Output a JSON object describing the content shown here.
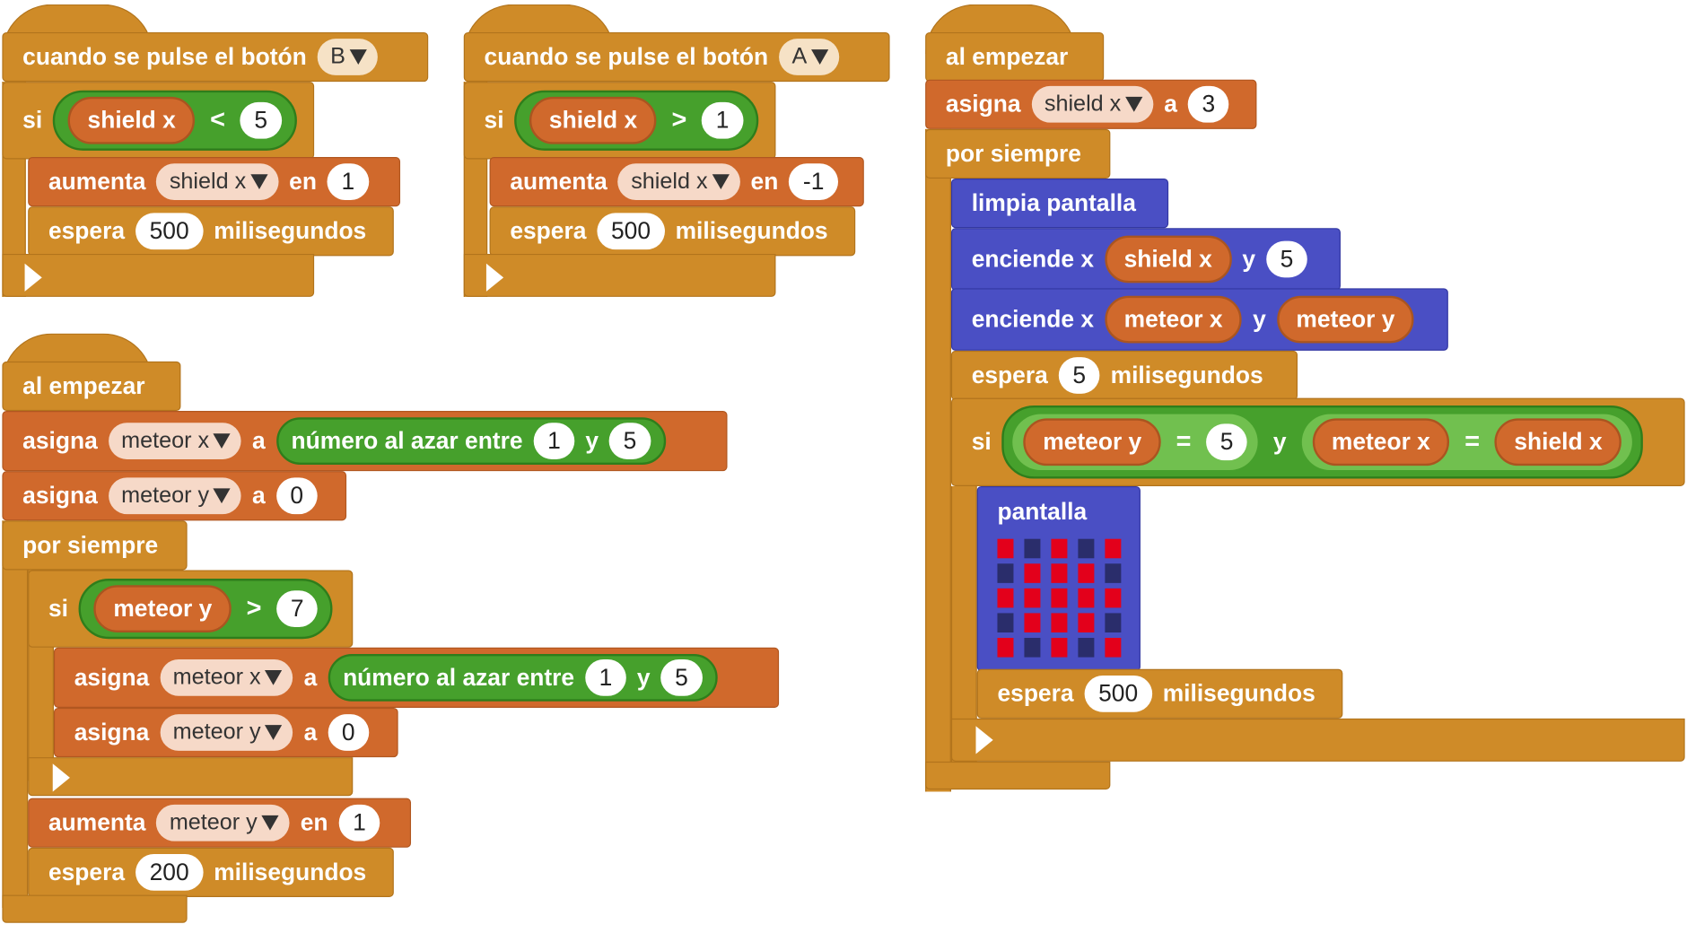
{
  "workspace": {
    "stack1": {
      "hat": "cuando se pulse el botón",
      "button": "B",
      "if_label": "si",
      "cond_var": "shield x",
      "cond_op": "<",
      "cond_val": "5",
      "change_label": "aumenta",
      "change_var": "shield x",
      "change_by": "en",
      "change_val": "1",
      "wait_label": "espera",
      "wait_val": "500",
      "wait_unit": "milisegundos"
    },
    "stack2": {
      "hat": "cuando se pulse el botón",
      "button": "A",
      "if_label": "si",
      "cond_var": "shield x",
      "cond_op": ">",
      "cond_val": "1",
      "change_label": "aumenta",
      "change_var": "shield x",
      "change_by": "en",
      "change_val": "-1",
      "wait_label": "espera",
      "wait_val": "500",
      "wait_unit": "milisegundos"
    },
    "stack3": {
      "hat": "al empezar",
      "set1_label": "asigna",
      "set1_var": "meteor x",
      "set1_to": "a",
      "rand_label": "número al azar entre",
      "rand_min": "1",
      "rand_and": "y",
      "rand_max": "5",
      "set2_label": "asigna",
      "set2_var": "meteor y",
      "set2_to": "a",
      "set2_val": "0",
      "forever": "por siempre",
      "if_label": "si",
      "cond_var": "meteor y",
      "cond_op": ">",
      "cond_val": "7",
      "in_set1_label": "asigna",
      "in_set1_var": "meteor x",
      "in_set1_to": "a",
      "in_rand_label": "número al azar entre",
      "in_rand_min": "1",
      "in_rand_and": "y",
      "in_rand_max": "5",
      "in_set2_label": "asigna",
      "in_set2_var": "meteor y",
      "in_set2_to": "a",
      "in_set2_val": "0",
      "change_label": "aumenta",
      "change_var": "meteor y",
      "change_by": "en",
      "change_val": "1",
      "wait_label": "espera",
      "wait_val": "200",
      "wait_unit": "milisegundos"
    },
    "stack4": {
      "hat": "al empezar",
      "set_label": "asigna",
      "set_var": "shield x",
      "set_to": "a",
      "set_val": "3",
      "forever": "por siempre",
      "clear": "limpia pantalla",
      "plot1_label": "enciende x",
      "plot1_x": "shield x",
      "plot1_y_label": "y",
      "plot1_y": "5",
      "plot2_label": "enciende x",
      "plot2_x": "meteor x",
      "plot2_y_label": "y",
      "plot2_y": "meteor y",
      "wait1_label": "espera",
      "wait1_val": "5",
      "wait1_unit": "milisegundos",
      "if_label": "si",
      "c1_var": "meteor y",
      "c1_op": "=",
      "c1_val": "5",
      "and_label": "y",
      "c2_var": "meteor x",
      "c2_op": "=",
      "c2_val": "shield x",
      "screen_label": "pantalla",
      "wait2_label": "espera",
      "wait2_val": "500",
      "wait2_unit": "milisegundos"
    }
  },
  "led_grid": [
    [
      1,
      0,
      1,
      0,
      1
    ],
    [
      0,
      1,
      1,
      1,
      0
    ],
    [
      1,
      1,
      1,
      1,
      1
    ],
    [
      0,
      1,
      1,
      1,
      0
    ],
    [
      1,
      0,
      1,
      0,
      1
    ]
  ],
  "colors": {
    "control": "#cf8b28",
    "variables": "#d0692c",
    "basic": "#4a4fc4",
    "logic": "#46a02c",
    "led_on": "#e3001b",
    "led_off": "#2a2d6b"
  }
}
